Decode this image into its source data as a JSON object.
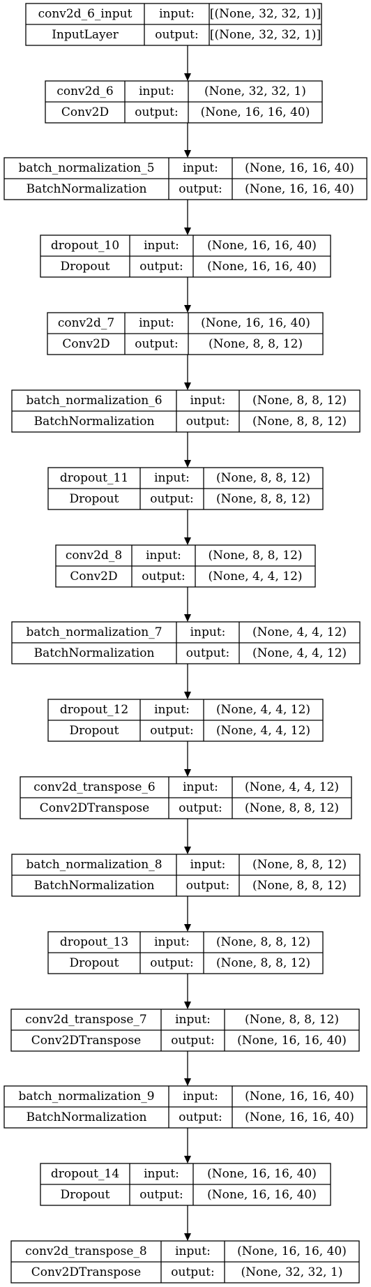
{
  "layers": [
    {
      "name": "conv2d_6_input",
      "type": "InputLayer",
      "input": "[(None, 32, 32, 1)]",
      "output": "[(None, 32, 32, 1)]"
    },
    {
      "name": "conv2d_6",
      "type": "Conv2D",
      "input": "(None, 32, 32, 1)",
      "output": "(None, 16, 16, 40)"
    },
    {
      "name": "batch_normalization_5",
      "type": "BatchNormalization",
      "input": "(None, 16, 16, 40)",
      "output": "(None, 16, 16, 40)"
    },
    {
      "name": "dropout_10",
      "type": "Dropout",
      "input": "(None, 16, 16, 40)",
      "output": "(None, 16, 16, 40)"
    },
    {
      "name": "conv2d_7",
      "type": "Conv2D",
      "input": "(None, 16, 16, 40)",
      "output": "(None, 8, 8, 12)"
    },
    {
      "name": "batch_normalization_6",
      "type": "BatchNormalization",
      "input": "(None, 8, 8, 12)",
      "output": "(None, 8, 8, 12)"
    },
    {
      "name": "dropout_11",
      "type": "Dropout",
      "input": "(None, 8, 8, 12)",
      "output": "(None, 8, 8, 12)"
    },
    {
      "name": "conv2d_8",
      "type": "Conv2D",
      "input": "(None, 8, 8, 12)",
      "output": "(None, 4, 4, 12)"
    },
    {
      "name": "batch_normalization_7",
      "type": "BatchNormalization",
      "input": "(None, 4, 4, 12)",
      "output": "(None, 4, 4, 12)"
    },
    {
      "name": "dropout_12",
      "type": "Dropout",
      "input": "(None, 4, 4, 12)",
      "output": "(None, 4, 4, 12)"
    },
    {
      "name": "conv2d_transpose_6",
      "type": "Conv2DTranspose",
      "input": "(None, 4, 4, 12)",
      "output": "(None, 8, 8, 12)"
    },
    {
      "name": "batch_normalization_8",
      "type": "BatchNormalization",
      "input": "(None, 8, 8, 12)",
      "output": "(None, 8, 8, 12)"
    },
    {
      "name": "dropout_13",
      "type": "Dropout",
      "input": "(None, 8, 8, 12)",
      "output": "(None, 8, 8, 12)"
    },
    {
      "name": "conv2d_transpose_7",
      "type": "Conv2DTranspose",
      "input": "(None, 8, 8, 12)",
      "output": "(None, 16, 16, 40)"
    },
    {
      "name": "batch_normalization_9",
      "type": "BatchNormalization",
      "input": "(None, 16, 16, 40)",
      "output": "(None, 16, 16, 40)"
    },
    {
      "name": "dropout_14",
      "type": "Dropout",
      "input": "(None, 16, 16, 40)",
      "output": "(None, 16, 16, 40)"
    },
    {
      "name": "conv2d_transpose_8",
      "type": "Conv2DTranspose",
      "input": "(None, 16, 16, 40)",
      "output": "(None, 32, 32, 1)"
    }
  ],
  "port_labels": {
    "input": "input:",
    "output": "output:"
  }
}
